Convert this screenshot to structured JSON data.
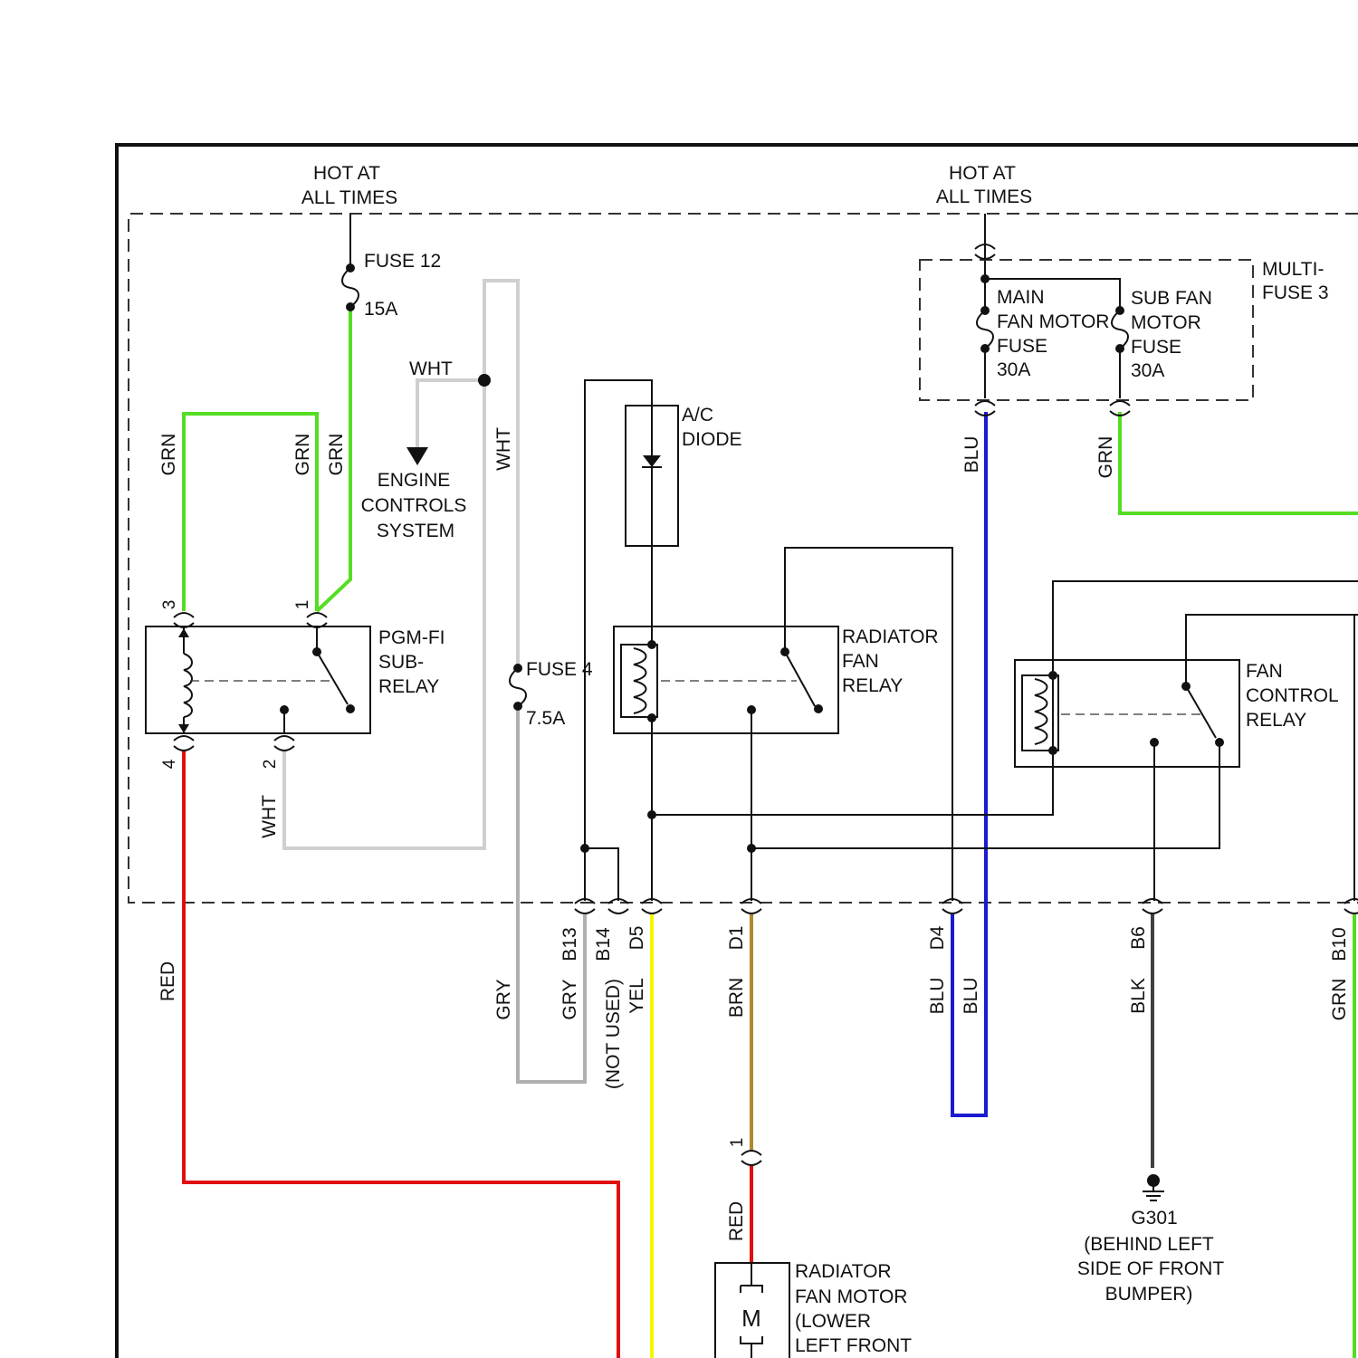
{
  "colors": {
    "GRN": "#55dd22",
    "WHT": "#cfcfcf",
    "GRY": "#b0b0b0",
    "RED": "#e01010",
    "YEL": "#f5f500",
    "BRN": "#b08a2a",
    "BLU": "#1a1ad0",
    "BLK": "#404040"
  },
  "power": {
    "left": [
      "HOT AT",
      "ALL TIMES"
    ],
    "right": [
      "HOT AT",
      "ALL TIMES"
    ]
  },
  "fuse12": {
    "name": "FUSE 12",
    "rating": "15A"
  },
  "fuse4": {
    "name": "FUSE 4",
    "rating": "7.5A"
  },
  "multifuse": {
    "label": [
      "MULTI-",
      "FUSE 3"
    ],
    "main": [
      "MAIN",
      "FAN MOTOR",
      "FUSE",
      "30A"
    ],
    "sub": [
      "SUB FAN",
      "MOTOR",
      "FUSE",
      "30A"
    ]
  },
  "pgmfi": {
    "label": [
      "PGM-FI",
      "SUB-",
      "RELAY"
    ],
    "pins": [
      "3",
      "1",
      "4",
      "2"
    ]
  },
  "engine": [
    "ENGINE",
    "CONTROLS",
    "SYSTEM"
  ],
  "acdiode": [
    "A/C",
    "DIODE"
  ],
  "radfanrelay": [
    "RADIATOR",
    "FAN",
    "RELAY"
  ],
  "fancontrol": [
    "FAN",
    "CONTROL",
    "RELAY"
  ],
  "wire_labels": {
    "grn_left": "GRN",
    "grn_mid": "GRN",
    "grn_fuse": "GRN",
    "wht_top": "WHT",
    "wht_vert": "WHT",
    "wht_pin2": "WHT",
    "red": "RED",
    "gry_left": "GRY",
    "gry_b13": "GRY",
    "not_used": "(NOT USED)",
    "yel": "YEL",
    "brn": "BRN",
    "red_motor": "RED",
    "blu_left": "BLU",
    "blu_right": "BLU",
    "blu_top": "BLU",
    "grn_top": "GRN",
    "blk": "BLK",
    "grn_b10": "GRN"
  },
  "connectors": [
    "B13",
    "B14",
    "D5",
    "D1",
    "D4",
    "B6",
    "B10"
  ],
  "motor_pin": "1",
  "motor": {
    "symbol": "M",
    "label": [
      "RADIATOR",
      "FAN MOTOR",
      "(LOWER",
      "LEFT FRONT"
    ]
  },
  "ground": {
    "name": "G301",
    "desc": [
      "(BEHIND LEFT",
      "SIDE OF FRONT",
      "BUMPER)"
    ]
  }
}
